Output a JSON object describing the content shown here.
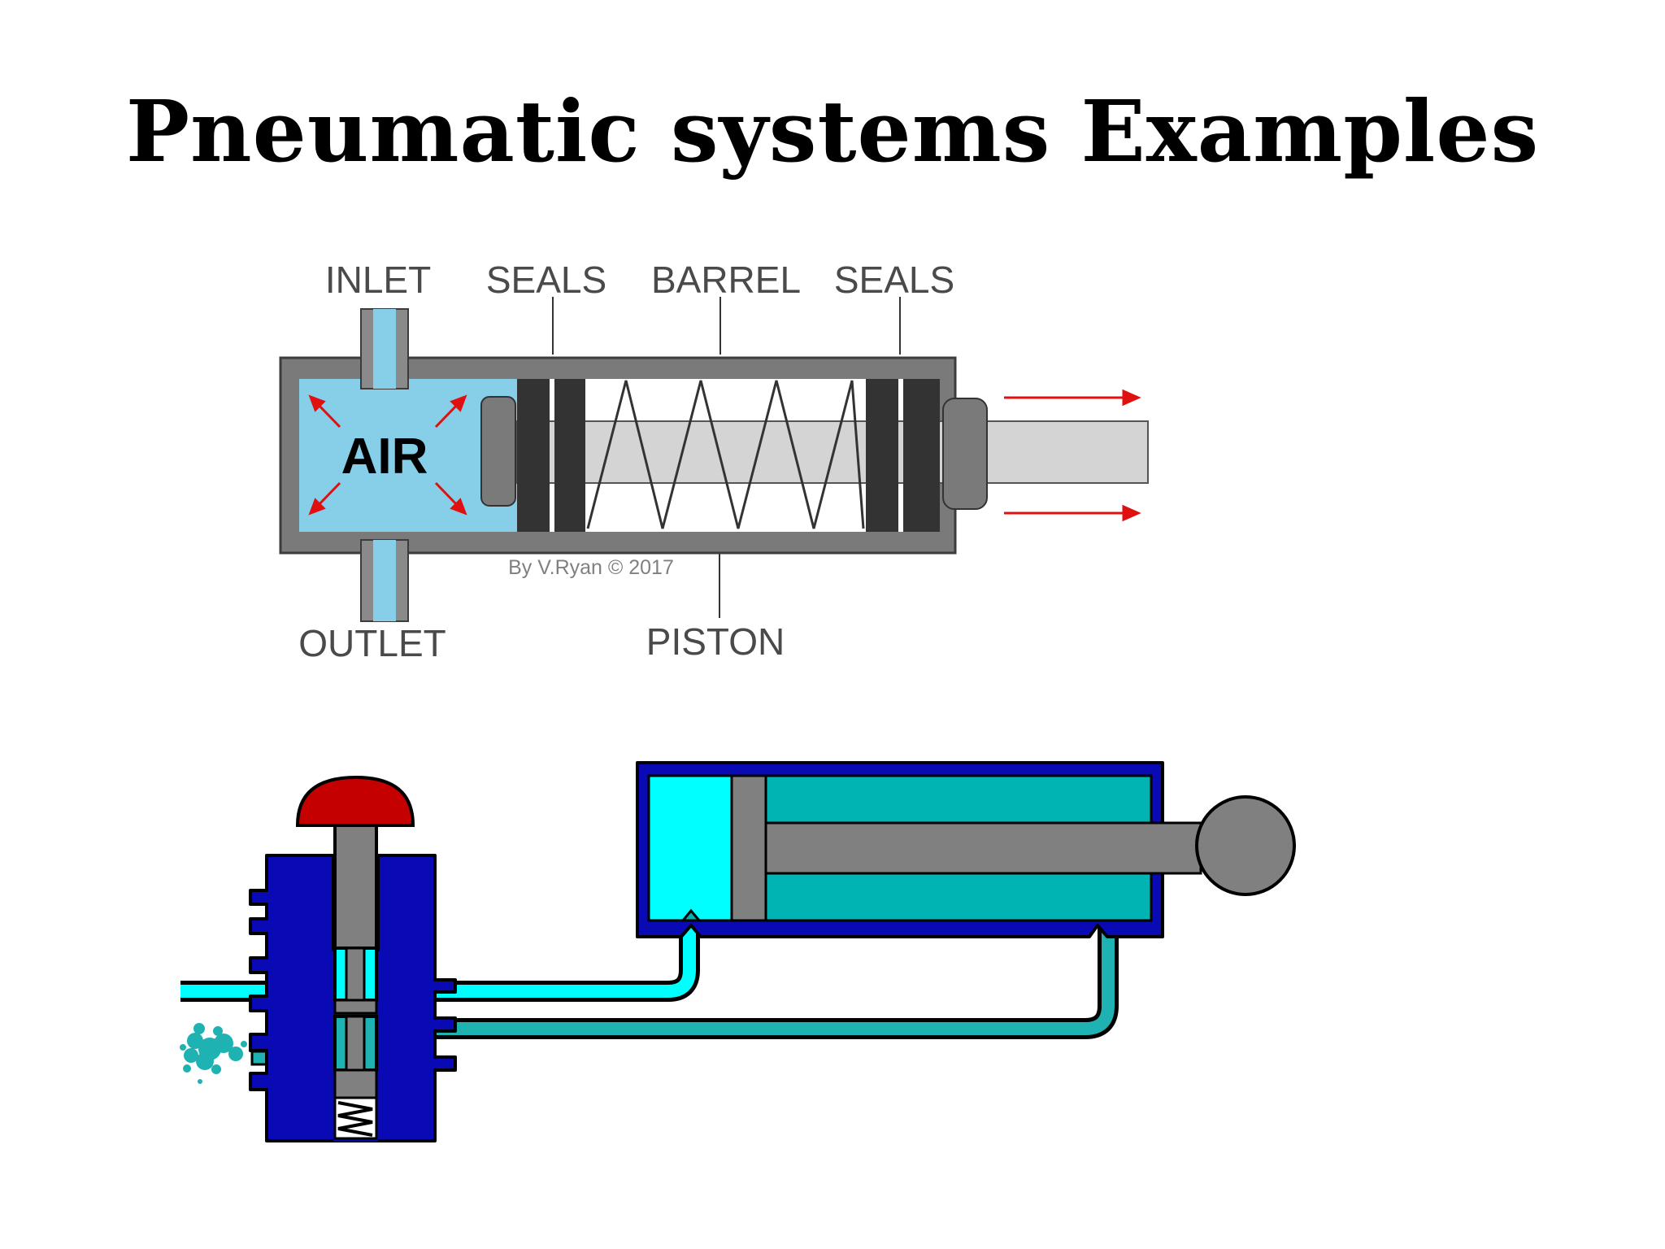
{
  "slide": {
    "title": "Pneumatic systems Examples"
  },
  "cylinder_diagram": {
    "labels": {
      "inlet": "INLET",
      "seals_left": "SEALS",
      "barrel": "BARREL",
      "seals_right": "SEALS",
      "outlet": "OUTLET",
      "piston": "PISTON",
      "air": "AIR"
    },
    "credit": "By V.Ryan © 2017",
    "colors": {
      "air_chamber": "#87cfe8",
      "housing": "#7a7a7a",
      "seal": "#333333",
      "rod": "#d4d4d4",
      "arrow": "#e01010"
    }
  },
  "valve_diagram": {
    "colors": {
      "valve_body": "#0a0ab4",
      "button": "#c40000",
      "cylinder_body": "#00b4b4",
      "air_bright": "#00ffff",
      "pipe": "#1fb2b2",
      "stem": "#808080"
    }
  }
}
